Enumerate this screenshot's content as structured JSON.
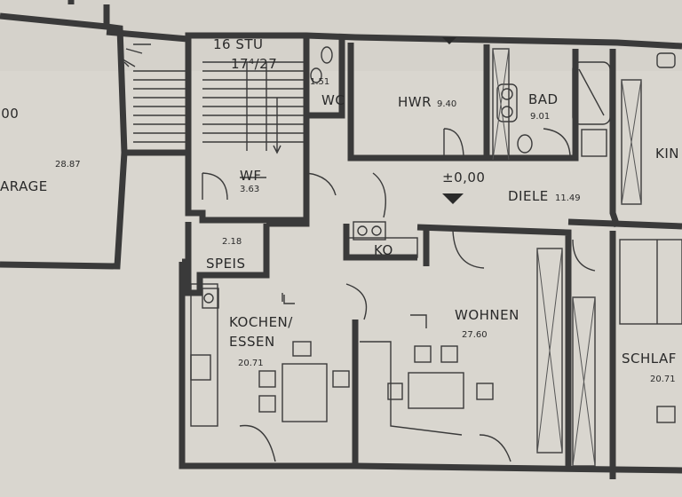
{
  "rooms": {
    "garage": {
      "name": "ARAGE",
      "area": "28.87",
      "level": ",00"
    },
    "stairs": {
      "name": "16 STU",
      "ratio": "17⁴/27"
    },
    "wc": {
      "name": "WC",
      "area": "1.51"
    },
    "hwr": {
      "name": "HWR",
      "area": "9.40"
    },
    "bad": {
      "name": "BAD",
      "area": "9.01"
    },
    "kind": {
      "name": "KIN"
    },
    "wf": {
      "name": "WF",
      "area": "3.63"
    },
    "diele": {
      "name": "DIELE",
      "area": "11.49",
      "level": "±0,00"
    },
    "ko": {
      "name": "KO"
    },
    "speis": {
      "name": "SPEIS",
      "area": "2.18"
    },
    "kochen": {
      "name1": "KOCHEN/",
      "name2": "ESSEN",
      "area": "20.71"
    },
    "wohnen": {
      "name": "WOHNEN",
      "area": "27.60"
    },
    "schlaf": {
      "name": "SCHLAF",
      "area": "20.71"
    }
  },
  "colors": {
    "paper": "#d9d6cf",
    "ink": "#3a3a3a"
  }
}
